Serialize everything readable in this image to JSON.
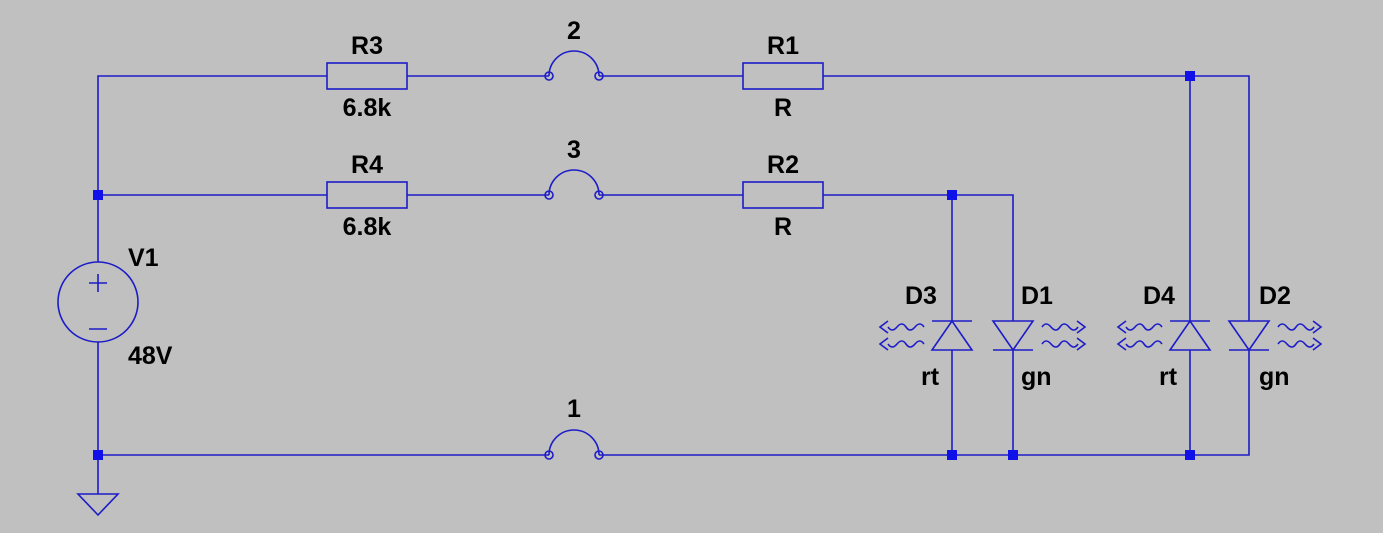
{
  "colors": {
    "background": "#c0c0c0",
    "wire": "#1c1cc8",
    "junction": "#1010e8",
    "text": "#000000"
  },
  "components": {
    "R3": {
      "name": "R3",
      "value": "6.8k"
    },
    "R4": {
      "name": "R4",
      "value": "6.8k"
    },
    "R1": {
      "name": "R1",
      "value": "R"
    },
    "R2": {
      "name": "R2",
      "value": "R"
    },
    "V1": {
      "name": "V1",
      "value": "48V"
    },
    "D3": {
      "name": "D3",
      "value": "rt"
    },
    "D1": {
      "name": "D1",
      "value": "gn"
    },
    "D4": {
      "name": "D4",
      "value": "rt"
    },
    "D2": {
      "name": "D2",
      "value": "gn"
    }
  },
  "connectors": {
    "c1": "1",
    "c2": "2",
    "c3": "3"
  }
}
